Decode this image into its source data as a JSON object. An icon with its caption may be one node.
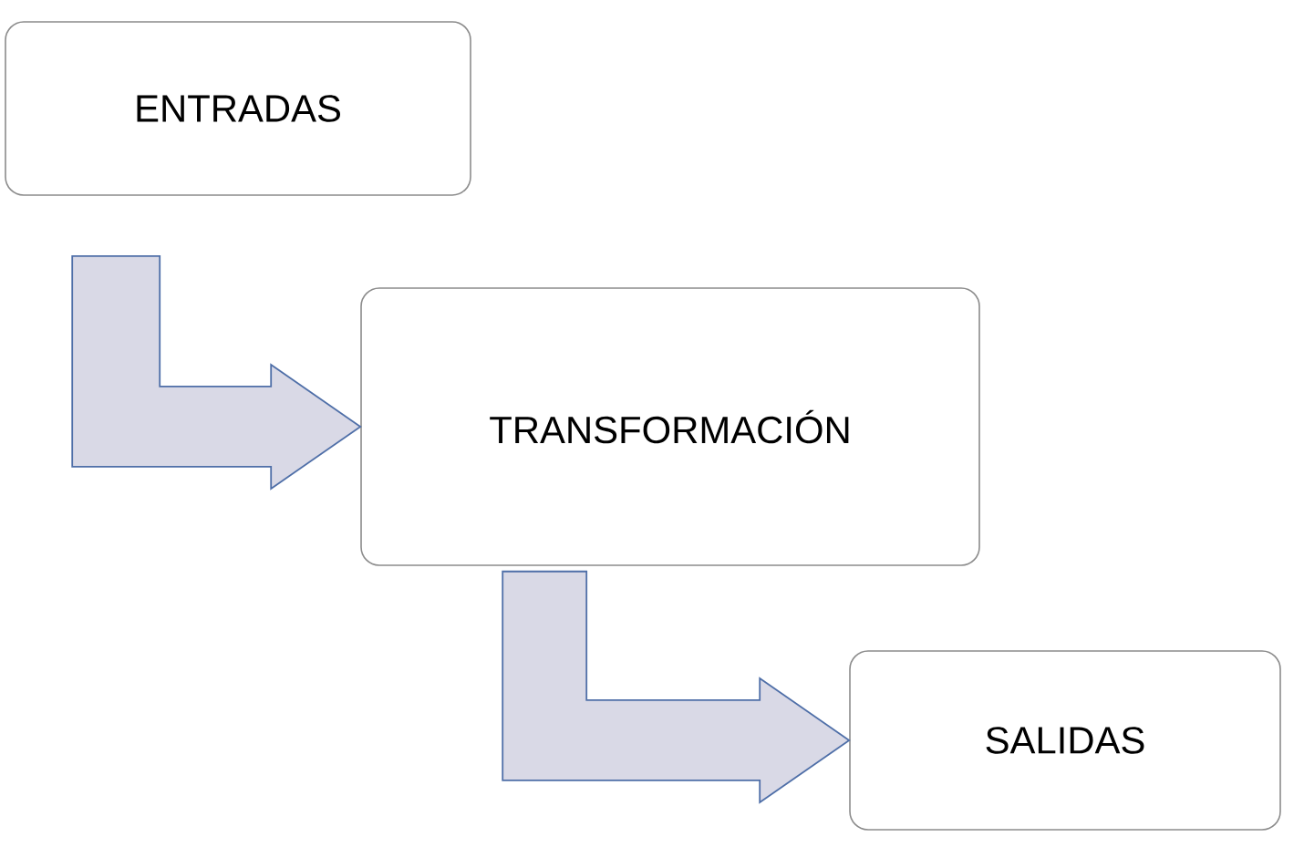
{
  "diagram": {
    "nodes": [
      {
        "text": [
          "ENTRADAS"
        ]
      },
      {
        "text": [
          "TRANSFORMACIÓN"
        ]
      },
      {
        "text": [
          "SALIDAS"
        ]
      }
    ],
    "edges": [
      {
        "from": 0,
        "to": 1,
        "arrow": "to"
      },
      {
        "from": 1,
        "to": 2,
        "arrow": "to"
      }
    ]
  }
}
